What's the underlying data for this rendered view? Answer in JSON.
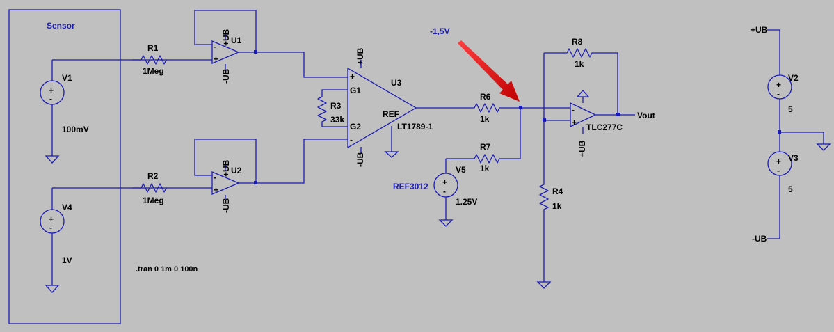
{
  "schematic": {
    "sensor_label": "Sensor",
    "annotation": "-1,5V",
    "directive": ".tran 0 1m 0 100n",
    "components": {
      "r1": {
        "name": "R1",
        "value": "1Meg"
      },
      "r2": {
        "name": "R2",
        "value": "1Meg"
      },
      "r3": {
        "name": "R3",
        "value": "33k"
      },
      "r4": {
        "name": "R4",
        "value": "1k"
      },
      "r6": {
        "name": "R6",
        "value": "1k"
      },
      "r7": {
        "name": "R7",
        "value": "1k"
      },
      "r8": {
        "name": "R8",
        "value": "1k"
      },
      "v1": {
        "name": "V1",
        "value": "100mV"
      },
      "v2": {
        "name": "V2",
        "value": "5"
      },
      "v3": {
        "name": "V3",
        "value": "5"
      },
      "v4": {
        "name": "V4",
        "value": "1V"
      },
      "v5": {
        "name": "V5",
        "value": "1.25V",
        "part": "REF3012"
      },
      "u1": {
        "name": "U1"
      },
      "u2": {
        "name": "U2"
      },
      "u3": {
        "name": "U3",
        "part": "LT1789-1",
        "pin_g1": "G1",
        "pin_g2": "G2",
        "pin_ref": "REF"
      },
      "u4": {
        "part": "TLC277C"
      }
    },
    "nets": {
      "pos_supply": "+UB",
      "neg_supply": "-UB",
      "output": "Vout"
    },
    "pins": {
      "plus": "+",
      "minus": "-"
    },
    "colors": {
      "background": "#c0c0c0",
      "wire": "#1b1bb5",
      "annotation_text": "#1b1bb5",
      "arrow": "#e01010"
    }
  }
}
